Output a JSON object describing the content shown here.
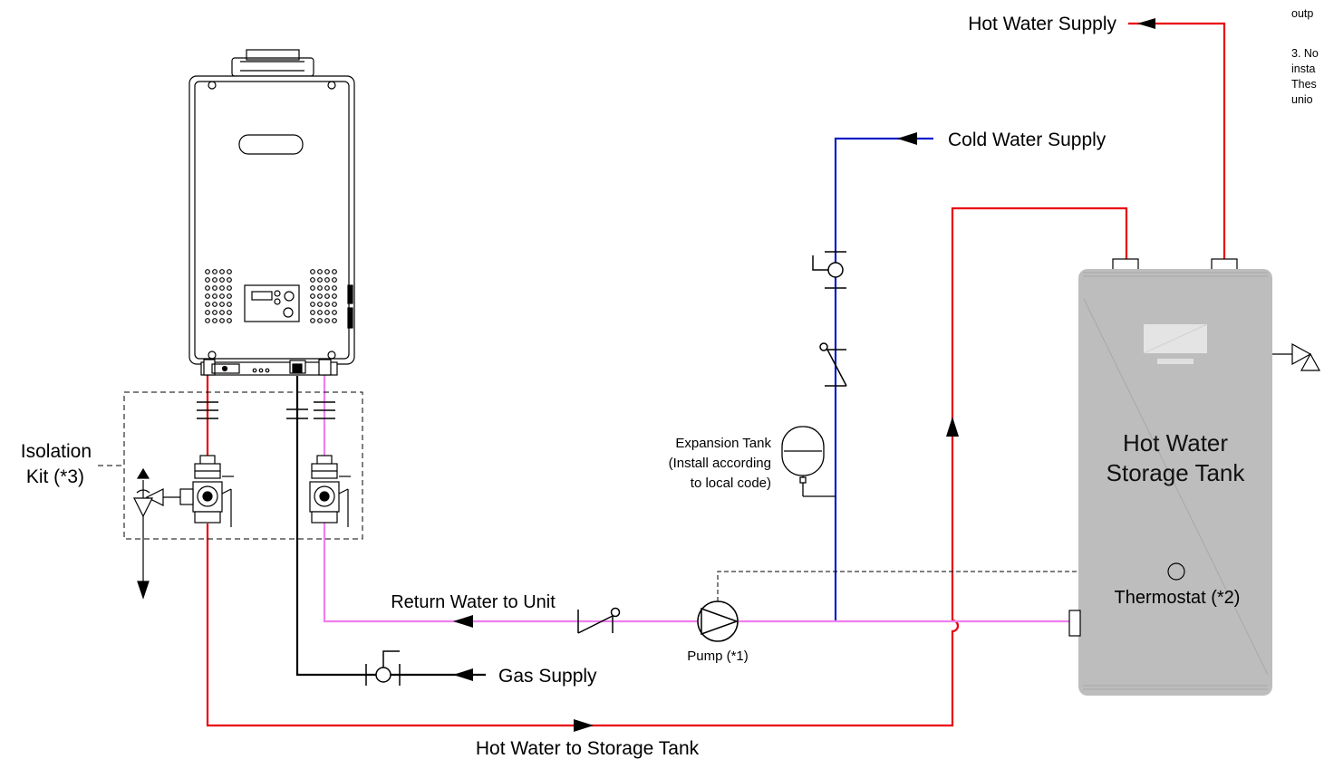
{
  "labels": {
    "hot_water_supply": "Hot Water Supply",
    "cold_water_supply": "Cold Water Supply",
    "isolation_kit_line1": "Isolation",
    "isolation_kit_line2": "Kit (*3)",
    "expansion_tank_line1": "Expansion Tank",
    "expansion_tank_line2": "(Install according",
    "expansion_tank_line3": "to local code)",
    "tank_line1": "Hot Water",
    "tank_line2": "Storage Tank",
    "thermostat": "Thermostat (*2)",
    "return_water": "Return Water to Unit",
    "pump": "Pump (*1)",
    "gas_supply": "Gas Supply",
    "hot_to_storage": "Hot Water to Storage Tank"
  },
  "notes_fragment": {
    "line1": "outp",
    "line2": "3. No",
    "line3": "insta",
    "line4": "Thes",
    "line5": "unio"
  },
  "colors": {
    "hot_line": "#e8000b",
    "cold_line": "#0a1ec8",
    "return_line": "#f07ef0",
    "gas_line": "#000000",
    "tank_fill": "#bdbdbd"
  }
}
